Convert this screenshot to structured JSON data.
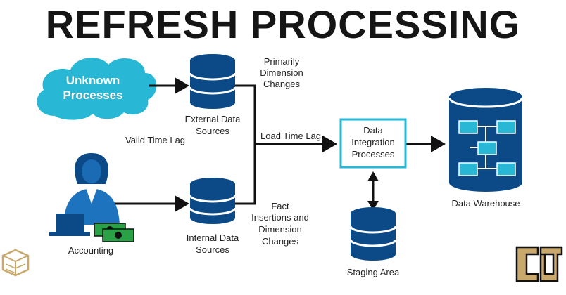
{
  "title": "REFRESH PROCESSING",
  "cloud": {
    "line1": "Unknown",
    "line2": "Processes"
  },
  "external": {
    "line1": "External Data",
    "line2": "Sources"
  },
  "internal": {
    "line1": "Internal Data",
    "line2": "Sources"
  },
  "accounting": {
    "label": "Accounting"
  },
  "primarily": {
    "line1": "Primarily",
    "line2": "Dimension",
    "line3": "Changes"
  },
  "fact": {
    "line1": "Fact",
    "line2": "Insertions and",
    "line3": "Dimension",
    "line4": "Changes"
  },
  "valid_time_lag": "Valid Time Lag",
  "load_time_lag": "Load Time Lag",
  "integration": {
    "line1": "Data",
    "line2": "Integration",
    "line3": "Processes"
  },
  "staging": {
    "label": "Staging Area"
  },
  "warehouse": {
    "label": "Data Warehouse"
  },
  "colors": {
    "navy": "#0b4a86",
    "cyan": "#28b7d4",
    "green": "#2aa147",
    "gold": "#c8a86b"
  }
}
